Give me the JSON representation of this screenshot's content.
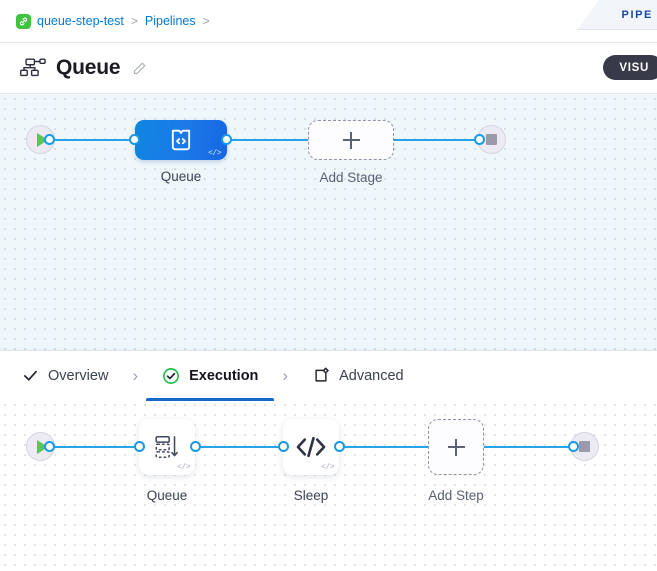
{
  "breadcrumb": {
    "project_icon": "link-chain-icon",
    "items": [
      {
        "label": "queue-step-test",
        "sep": ">"
      },
      {
        "label": "Pipelines",
        "sep": ">"
      }
    ]
  },
  "ribbon": {
    "label": "PIPE"
  },
  "header": {
    "icon": "pipeline-hierarchy-icon",
    "title": "Queue",
    "edit_icon": "pencil-icon",
    "visual_button_label": "VISU"
  },
  "stage_canvas": {
    "start_node": {
      "name": "start-node",
      "icon": "play-icon"
    },
    "end_node": {
      "name": "end-node",
      "icon": "stop-square-icon"
    },
    "nodes": [
      {
        "name": "stage-node-queue",
        "label": "Queue",
        "icon": "script-code-icon",
        "badge": "</>"
      }
    ],
    "add_node": {
      "label": "Add Stage",
      "icon": "plus-icon"
    }
  },
  "tabs": [
    {
      "label": "Overview",
      "icon": "check-icon",
      "active": false
    },
    {
      "label": "Execution",
      "icon": "check-circle-green-icon",
      "active": true
    },
    {
      "label": "Advanced",
      "icon": "box-gear-icon",
      "active": false
    }
  ],
  "tab_separator": "›",
  "step_canvas": {
    "start_node": {
      "name": "start-node",
      "icon": "play-icon"
    },
    "end_node": {
      "name": "end-node",
      "icon": "stop-square-icon"
    },
    "nodes": [
      {
        "name": "step-node-queue",
        "label": "Queue",
        "icon": "queue-stack-icon",
        "badge": "</>"
      },
      {
        "name": "step-node-sleep",
        "label": "Sleep",
        "icon": "code-brackets-icon",
        "badge": "</>"
      }
    ],
    "add_node": {
      "label": "Add Step",
      "icon": "plus-icon"
    }
  },
  "colors": {
    "accent_blue": "#1668c6",
    "edge_blue": "#29a3e8",
    "node_blue": "#1479e3",
    "success_green": "#3fc33f",
    "link_blue": "#0278d5",
    "dark_pill": "#373a48",
    "ribbon_text": "#174a9e"
  }
}
